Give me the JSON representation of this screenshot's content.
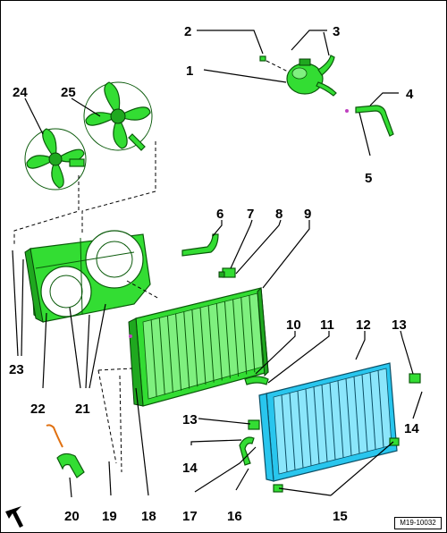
{
  "callouts": {
    "c1": "1",
    "c2": "2",
    "c3": "3",
    "c4": "4",
    "c5": "5",
    "c6": "6",
    "c7": "7",
    "c8": "8",
    "c9": "9",
    "c10": "10",
    "c11": "11",
    "c12": "12",
    "c13a": "13",
    "c13b": "13",
    "c14a": "14",
    "c14b": "14",
    "c15": "15",
    "c16": "16",
    "c17": "17",
    "c18": "18",
    "c19": "19",
    "c20": "20",
    "c21": "21",
    "c22": "22",
    "c23": "23",
    "c24": "24",
    "c25": "25"
  },
  "reference_code": "M19-10032",
  "colors": {
    "radiator": "#33dd33",
    "condenser": "#29c6ee",
    "outline": "#000000"
  }
}
